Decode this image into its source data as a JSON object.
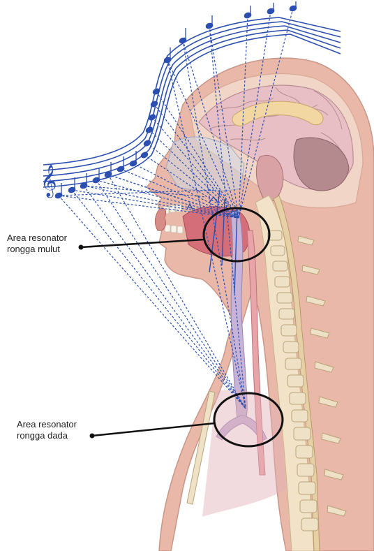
{
  "callouts": {
    "mouth": {
      "line1": "Area resonator",
      "line2": "rongga mulut"
    },
    "chest": {
      "line1": "Area resonator",
      "line2": "rongga dada"
    }
  },
  "colors": {
    "staff": "#2a4fb0",
    "skin": "#e9b8a8",
    "brain": "#e7bfc4",
    "spine": "#f2e3c8",
    "airway": "#c7b2d8",
    "highlight": "#111111"
  },
  "icons": {
    "clef": "treble-clef-icon",
    "note": "music-note-icon"
  }
}
